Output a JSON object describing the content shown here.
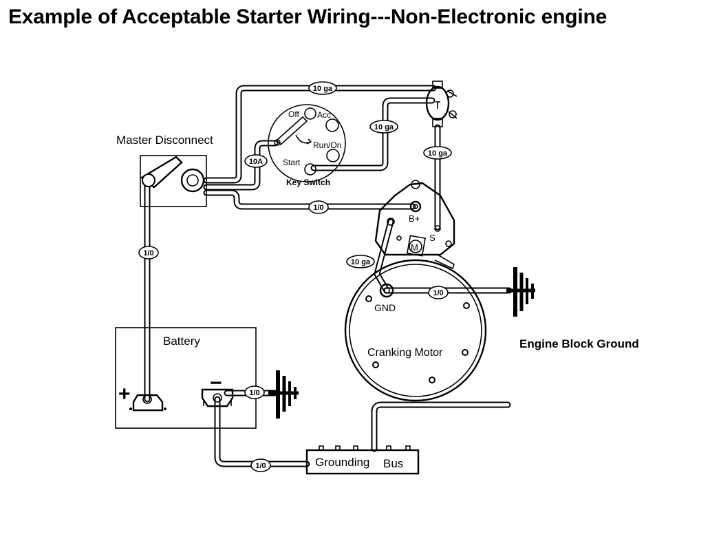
{
  "title": "Example of Acceptable Starter Wiring---Non-Electronic engine",
  "labels": {
    "master_disconnect": "Master Disconnect",
    "key_switch": "Key Switch",
    "off": "Off",
    "acc": "Acc",
    "run_on": "Run/On",
    "start": "Start",
    "battery": "Battery",
    "plus": "+",
    "minus": "−",
    "b_plus": "B+",
    "s": "S",
    "m": "M",
    "gnd": "GND",
    "cranking_motor": "Cranking Motor",
    "engine_block_ground": "Engine Block Ground",
    "grounding": "Grounding",
    "bus": "Bus"
  },
  "wire_tags": {
    "top_10ga": "10 ga",
    "solenoid_10ga": "10 ga",
    "s_term_10ga": "10 ga",
    "key_10a": "10A",
    "b_plus_1_0": "1/0",
    "battery_1_0": "1/0",
    "neg_1_0": "1/0",
    "motor_10ga": "10 ga",
    "gnd_1_0": "1/0",
    "bus_1_0": "1/0"
  },
  "colors": {
    "line": "#000000",
    "background": "#ffffff"
  }
}
